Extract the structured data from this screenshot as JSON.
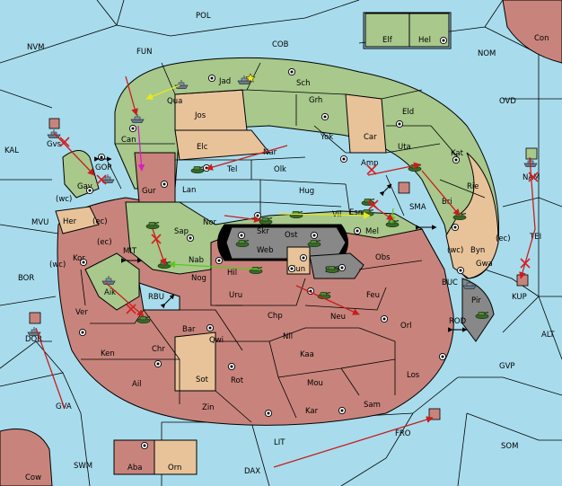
{
  "colors": {
    "sea": "#a8dcec",
    "green": "#a8c88c",
    "tan": "#e8c39a",
    "red": "#c8847c",
    "dark": "#888888",
    "border": "#000000",
    "arrow_red": "#c81e1e",
    "arrow_yellow": "#e8e81e",
    "arrow_magenta": "#d81ec8",
    "arrow_green": "#5cc81e"
  },
  "sea_labels": {
    "pol": "POL",
    "fun": "FUN",
    "cob": "COB",
    "nvm": "NVM",
    "nom": "NOM",
    "con": "Con",
    "ovd": "OVD",
    "kal": "KAL",
    "gor": "GOR",
    "mvu": "MVU",
    "nam": "NAM",
    "sma": "SMA",
    "tei": "TEI",
    "mit": "MIT",
    "bor": "BOR",
    "rbu": "RBU",
    "buc": "BUC",
    "kup": "KUP",
    "rod": "ROD",
    "alt": "ALT",
    "dor": "DOR",
    "gvp": "GVP",
    "gva": "GVA",
    "fro": "FRO",
    "lit": "LIT",
    "som": "SOM",
    "swm": "SWM",
    "dax": "DAX",
    "cow": "Cow"
  },
  "regions": {
    "elf": "Elf",
    "hel": "Hel",
    "jad": "Jad",
    "qua": "Qua",
    "sch": "Sch",
    "jos": "Jos",
    "grh": "Grh",
    "can": "Can",
    "elc": "Elc",
    "yok": "Yok",
    "car": "Car",
    "eld": "Eld",
    "nar": "Nar",
    "uta": "Uta",
    "kat": "Kat",
    "gvs": "Gvs",
    "tel": "Tel",
    "olk": "Olk",
    "amp": "Amp",
    "gav": "Gav",
    "gur": "Gur",
    "lan": "Lan",
    "hug": "Hug",
    "rie": "Rie",
    "bri": "Bri",
    "her": "Her",
    "nor": "Nor",
    "skr": "Skr",
    "vil": "Vil",
    "esm": "Esm",
    "sap": "Sap",
    "ost": "Ost",
    "mel": "Mel",
    "byn": "Byn",
    "web": "Web",
    "kor": "Kor",
    "nab": "Nab",
    "eun": "Eun",
    "sun": "Sun",
    "obs": "Obs",
    "gwa": "Gwa",
    "hil": "Hil",
    "nog": "Nog",
    "aik": "Aik",
    "uru": "Uru",
    "feu": "Feu",
    "pir": "Pir",
    "ver": "Ver",
    "chp": "Chp",
    "neu": "Neu",
    "orl": "Orl",
    "bar": "Bar",
    "qwi": "Qwi",
    "nil": "Nil",
    "ken": "Ken",
    "chr": "Chr",
    "kaa": "Kaa",
    "los": "Los",
    "sot": "Sot",
    "rot": "Rot",
    "ail": "Ail",
    "mou": "Mou",
    "zin": "Zin",
    "kar": "Kar",
    "sam": "Sam",
    "aba": "Aba",
    "orn": "Orn"
  },
  "coast_marks": {
    "wc1": "(wc)",
    "ec1": "(ec)",
    "ec2": "(ec)",
    "wc2": "(wc)",
    "wc3": "(wc)",
    "ec3": "(ec)"
  },
  "icons": {
    "army": "tank-icon",
    "fleet": "ship-icon",
    "supply": "supply-center-icon",
    "home": "star-icon",
    "dislodge": "cross-icon",
    "move": "arrow-icon"
  }
}
